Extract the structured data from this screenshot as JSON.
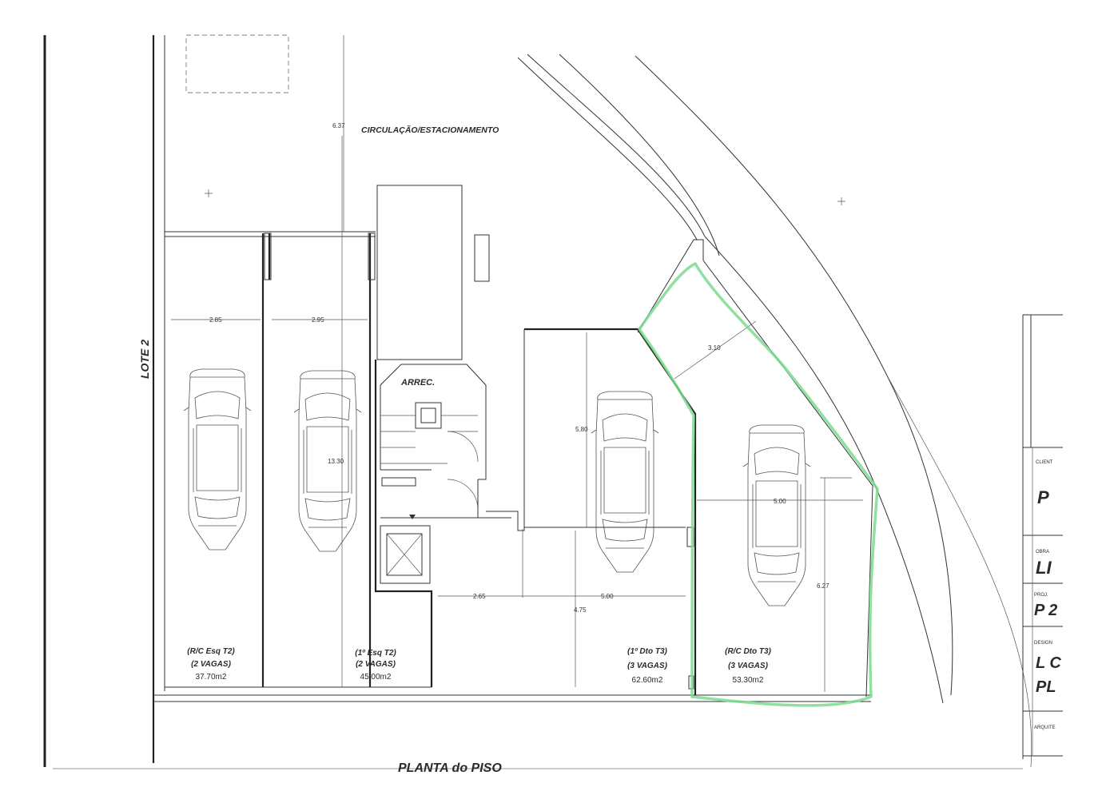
{
  "labels": {
    "circulation": "CIRCULAÇÃO/ESTACIONAMENTO",
    "lote": "LOTE 2",
    "arrec": "ARREC.",
    "plan_title": "PLANTA  do  PISO"
  },
  "dimensions": {
    "d637": "6.37",
    "d285": "2.85",
    "d295": "2.95",
    "d1330": "13.30",
    "d580": "5.80",
    "d310": "3.10",
    "d500a": "5.00",
    "d627": "6.27",
    "d265": "2.65",
    "d500b": "5.00",
    "d475": "4.75"
  },
  "spaces": [
    {
      "unit": "(R/C Esq T2)",
      "vagas": "(2 VAGAS)",
      "area": "37.70m2"
    },
    {
      "unit": "(1º Esq T2)",
      "vagas": "(2 VAGAS)",
      "area": "45.00m2"
    },
    {
      "unit": "(1º Dto T3)",
      "vagas": "(3 VAGAS)",
      "area": "62.60m2"
    },
    {
      "unit": "(R/C Dto T3)",
      "vagas": "(3 VAGAS)",
      "area": "53.30m2"
    }
  ],
  "title_block": {
    "cliente_label": "CLIENT",
    "cliente_value": "P",
    "obra_label": "OBRA",
    "obra_value": "LI",
    "proj_label": "PROJ.",
    "proj_value": "P 2",
    "design_label": "DESIGN",
    "design_value_1": "L C",
    "design_value_2": "PL",
    "arquitecto_label": "ARQUITE"
  },
  "colors": {
    "highlight": "#7ddc8f",
    "lines": "#333333"
  }
}
